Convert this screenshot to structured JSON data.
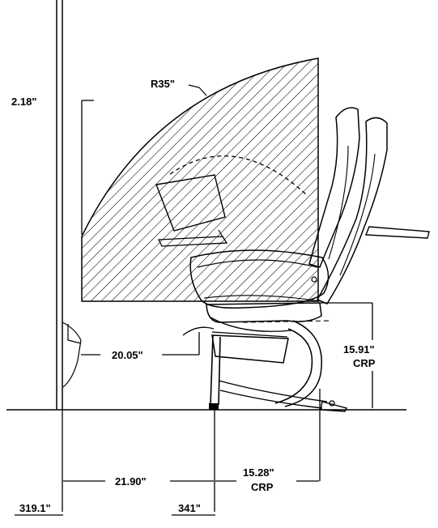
{
  "labels": {
    "radius": "R35\"",
    "height_above": "2.18\"",
    "seat_reach": "20.05\"",
    "crp_height": "15.91\"",
    "crp_height_sub": "CRP",
    "floor_distance": "21.90\"",
    "crp_horizontal": "15.28\"",
    "crp_horizontal_sub": "CRP",
    "station_left": "319.1\"",
    "station_right": "341\""
  }
}
